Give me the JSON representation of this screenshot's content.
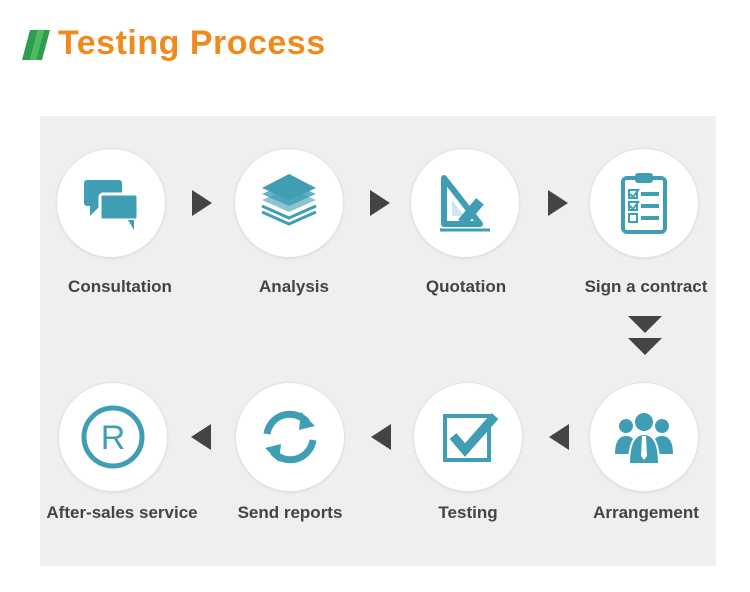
{
  "header": {
    "title": "Testing Process"
  },
  "colors": {
    "accent": "#f08a1c",
    "teal": "#3f9db4",
    "arrow": "#444444"
  },
  "steps": [
    {
      "label": "Consultation",
      "icon": "chat-bubbles-icon"
    },
    {
      "label": "Analysis",
      "icon": "layers-icon"
    },
    {
      "label": "Quotation",
      "icon": "ruler-pencil-icon"
    },
    {
      "label": "Sign a contract",
      "icon": "clipboard-checklist-icon"
    },
    {
      "label": "Arrangement",
      "icon": "team-people-icon"
    },
    {
      "label": "Testing",
      "icon": "checkbox-icon"
    },
    {
      "label": "Send reports",
      "icon": "refresh-icon"
    },
    {
      "label": "After-sales service",
      "icon": "registered-mark-icon"
    }
  ]
}
